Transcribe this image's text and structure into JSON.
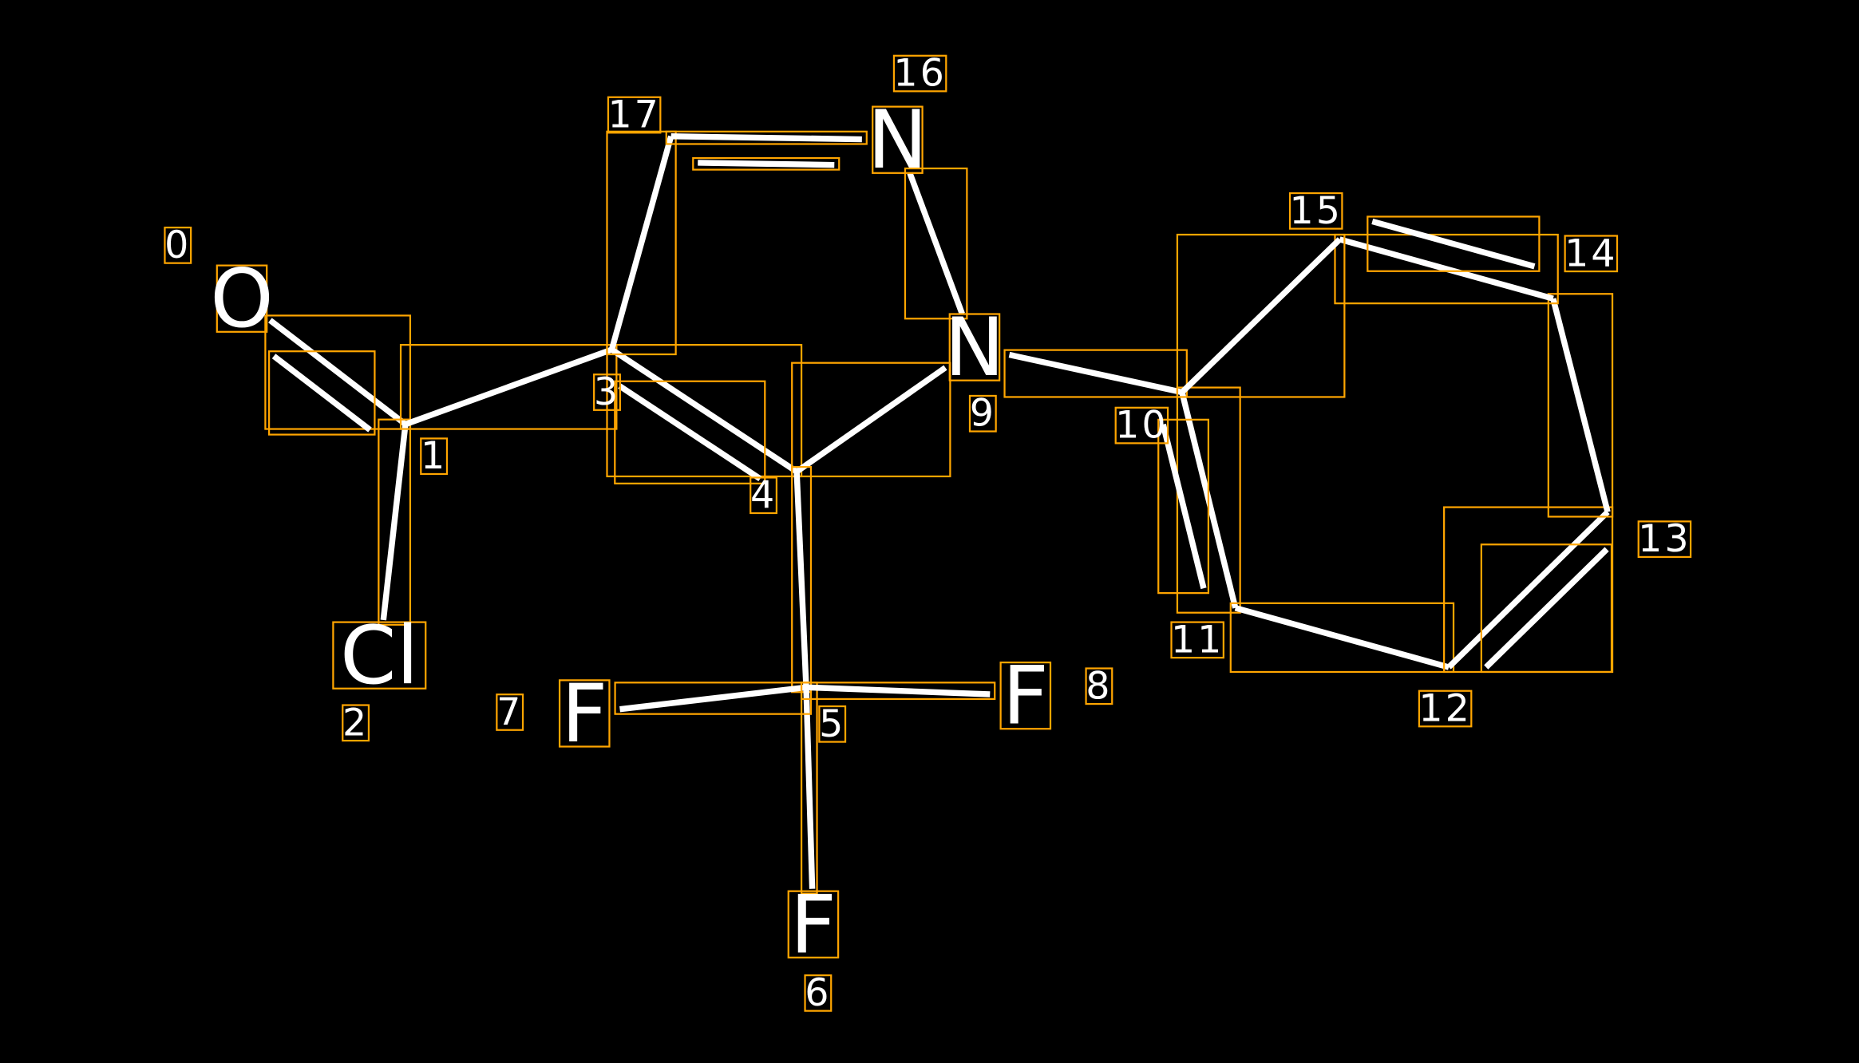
{
  "colors": {
    "background": "#000000",
    "bond": "#FFFFFF",
    "box": "#FFA500",
    "text": "#FFFFFF"
  },
  "atoms": [
    {
      "index": "0",
      "symbol": "O"
    },
    {
      "index": "1",
      "symbol": ""
    },
    {
      "index": "2",
      "symbol": "Cl"
    },
    {
      "index": "3",
      "symbol": ""
    },
    {
      "index": "4",
      "symbol": ""
    },
    {
      "index": "5",
      "symbol": ""
    },
    {
      "index": "6",
      "symbol": "F"
    },
    {
      "index": "7",
      "symbol": "F"
    },
    {
      "index": "8",
      "symbol": "F"
    },
    {
      "index": "9",
      "symbol": "N"
    },
    {
      "index": "10",
      "symbol": ""
    },
    {
      "index": "11",
      "symbol": ""
    },
    {
      "index": "12",
      "symbol": ""
    },
    {
      "index": "13",
      "symbol": ""
    },
    {
      "index": "14",
      "symbol": ""
    },
    {
      "index": "15",
      "symbol": ""
    },
    {
      "index": "16",
      "symbol": "N"
    },
    {
      "index": "17",
      "symbol": ""
    }
  ],
  "bonds": [
    {
      "from": 0,
      "to": 1,
      "order": 2
    },
    {
      "from": 1,
      "to": 2,
      "order": 1
    },
    {
      "from": 1,
      "to": 3,
      "order": 1
    },
    {
      "from": 3,
      "to": 4,
      "order": 2
    },
    {
      "from": 3,
      "to": 17,
      "order": 1
    },
    {
      "from": 17,
      "to": 16,
      "order": 2
    },
    {
      "from": 16,
      "to": 9,
      "order": 1
    },
    {
      "from": 4,
      "to": 9,
      "order": 1
    },
    {
      "from": 4,
      "to": 5,
      "order": 1
    },
    {
      "from": 5,
      "to": 6,
      "order": 1
    },
    {
      "from": 5,
      "to": 7,
      "order": 1
    },
    {
      "from": 5,
      "to": 8,
      "order": 1
    },
    {
      "from": 9,
      "to": 10,
      "order": 1
    },
    {
      "from": 10,
      "to": 11,
      "order": 2
    },
    {
      "from": 11,
      "to": 12,
      "order": 1
    },
    {
      "from": 12,
      "to": 13,
      "order": 2
    },
    {
      "from": 13,
      "to": 14,
      "order": 1
    },
    {
      "from": 14,
      "to": 15,
      "order": 2
    },
    {
      "from": 15,
      "to": 10,
      "order": 1
    }
  ]
}
